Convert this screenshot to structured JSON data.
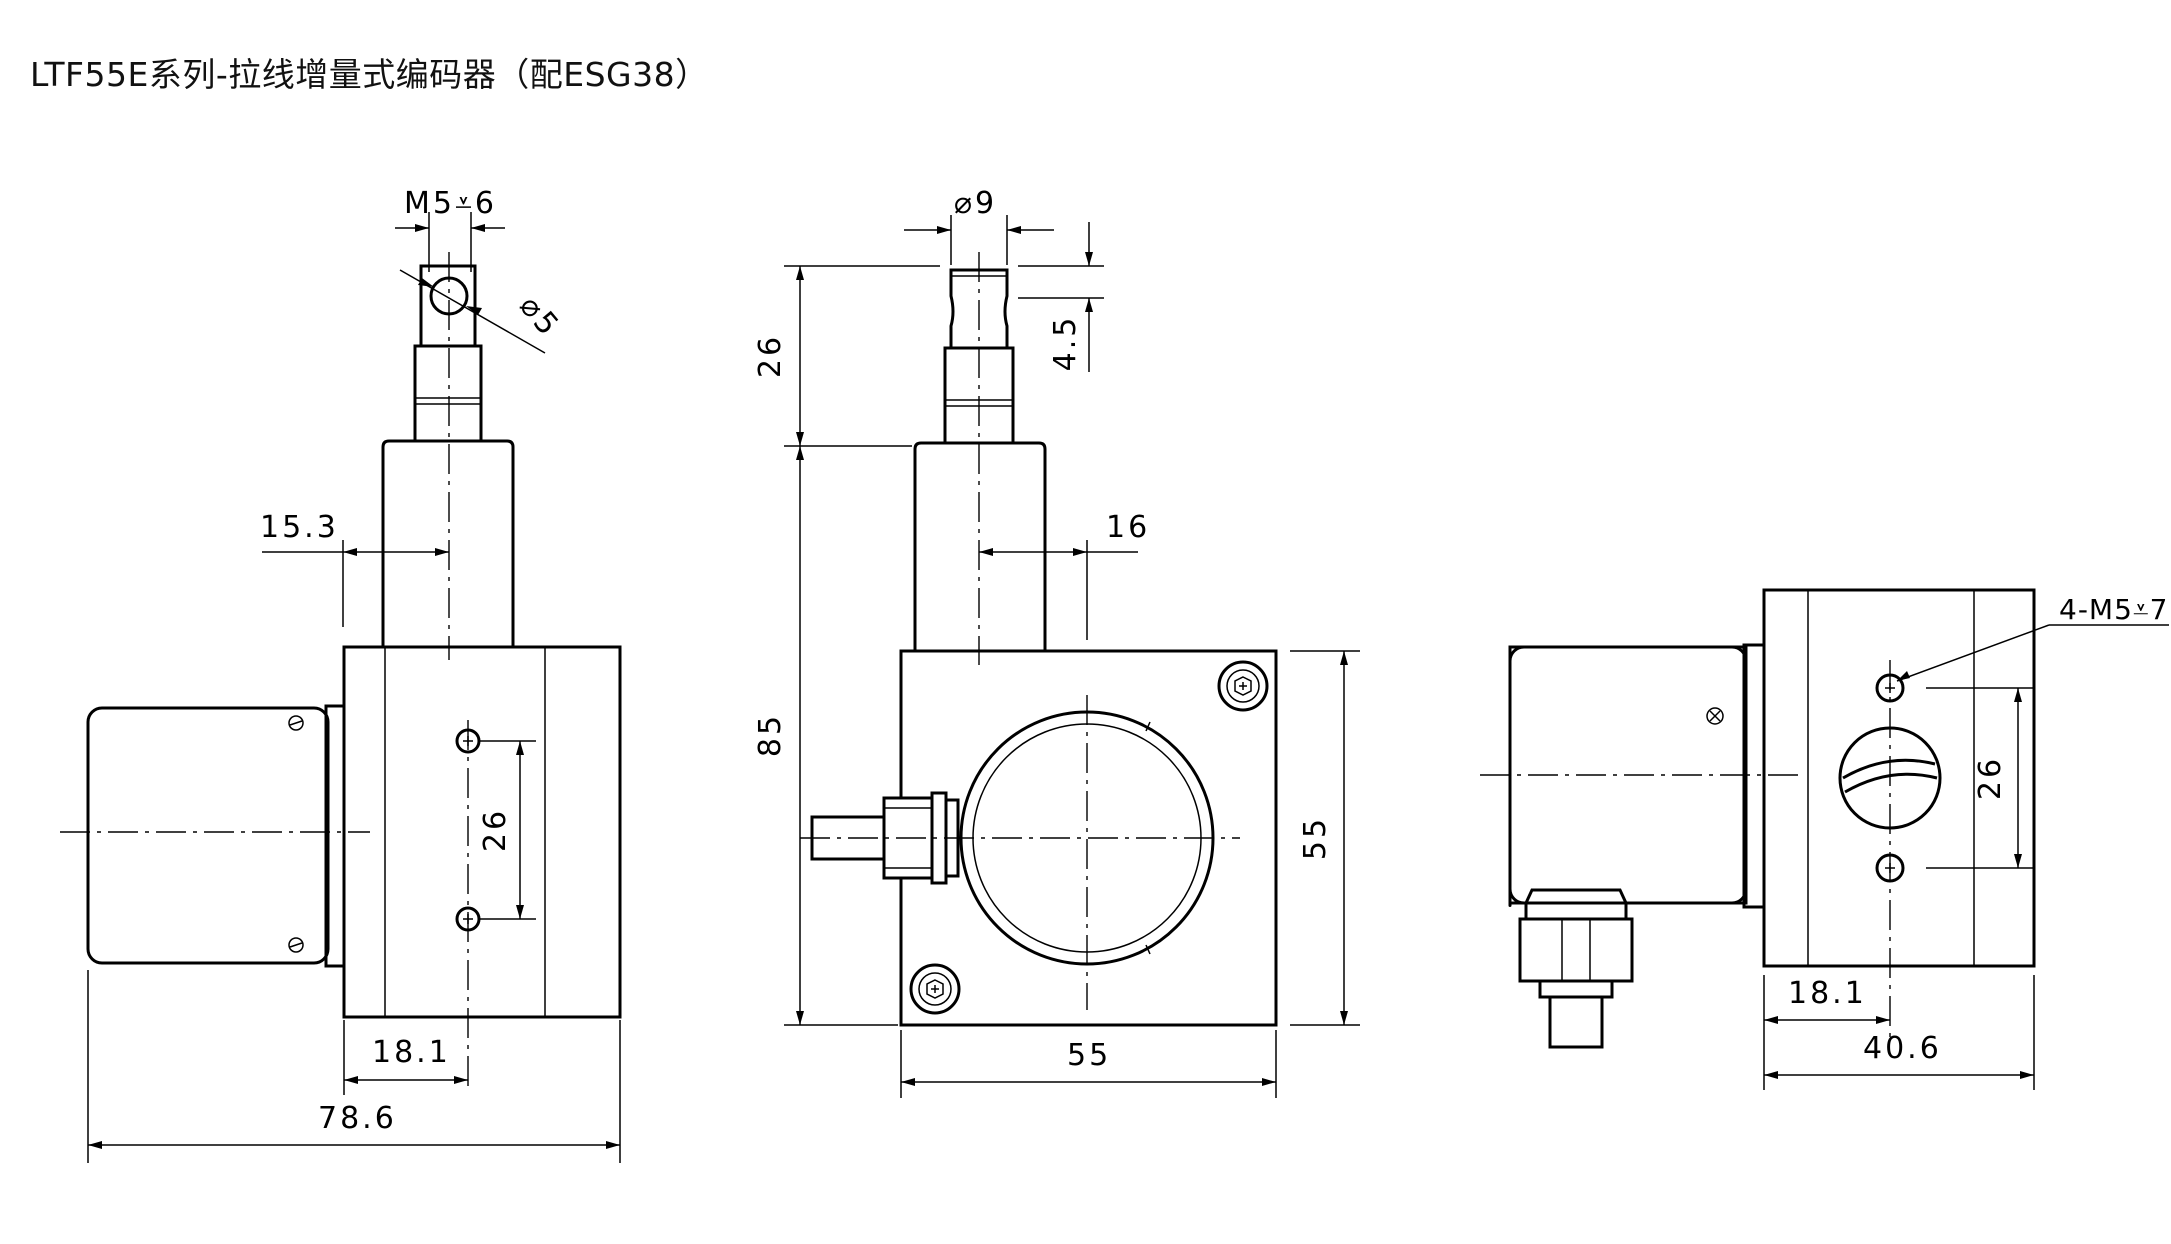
{
  "title": "LTF55E系列-拉线增量式编码器（配ESG38）",
  "dimensions": {
    "m5_depth": "M5⩡6",
    "eyelet_dia": "⌀5",
    "d15_3": "15.3",
    "d26_left": "26",
    "d18_1_left": "18.1",
    "d78_6": "78.6",
    "dia9": "⌀9",
    "d26_top": "26",
    "d4_5": "4.5",
    "d16": "16",
    "d85": "85",
    "d55_bottom": "55",
    "d55_right": "55",
    "d4_m5": "4-M5⩡7",
    "d26_right": "26",
    "d18_1_right": "18.1",
    "d40_6": "40.6"
  }
}
